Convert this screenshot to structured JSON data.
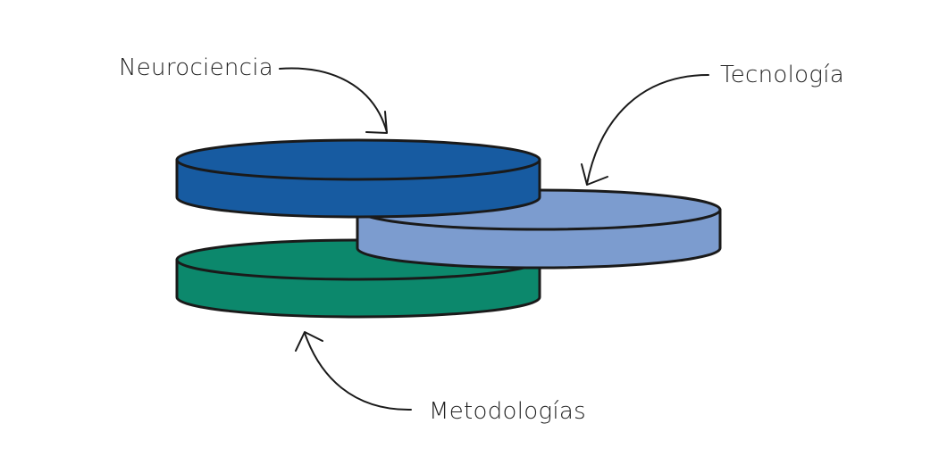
{
  "labels": {
    "neurociencia": "Neurociencia",
    "tecnologia": "Tecnología",
    "metodologias": "Metodologías"
  },
  "colors": {
    "neurociencia": "#175ba1",
    "tecnologia": "#7c9ccf",
    "metodologias": "#0c886c",
    "outline": "#1a1a1a",
    "text": "#222222"
  }
}
